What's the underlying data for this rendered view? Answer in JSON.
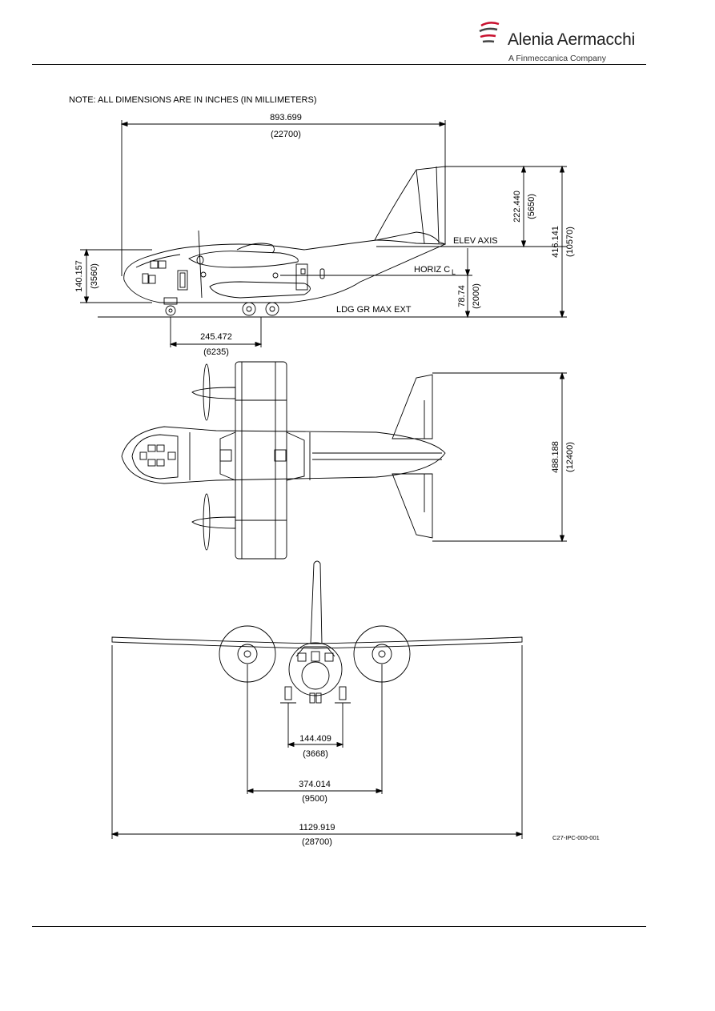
{
  "header": {
    "brand_name": "Alenia Aermacchi",
    "tagline": "A Finmeccanica Company",
    "logo_icon": "propeller-swoosh-logo",
    "logo_color": "#c8102e"
  },
  "note": "NOTE: ALL DIMENSIONS ARE IN INCHES (IN MILLIMETERS)",
  "side_view": {
    "overall_length": "893.699",
    "overall_length_mm": "(22700)",
    "tail_height": "222.440",
    "tail_height_mm": "(5650)",
    "total_height": "416.141",
    "total_height_mm": "(10570)",
    "fuselage_height": "140.157",
    "fuselage_height_mm": "(3560)",
    "ground_clearance": "78.74",
    "ground_clearance_mm": "(2000)",
    "wheelbase": "245.472",
    "wheelbase_mm": "(6235)",
    "label_elev_axis": "ELEV AXIS",
    "label_horiz_cl": "HORIZ C",
    "label_horiz_cl_sub": "L",
    "label_ldg_gr": "LDG GR MAX EXT"
  },
  "top_view": {
    "tailplane_span": "488.188",
    "tailplane_span_mm": "(12400)"
  },
  "front_view": {
    "wheel_track": "144.409",
    "wheel_track_mm": "(3668)",
    "prop_spacing": "374.014",
    "prop_spacing_mm": "(9500)",
    "wing_span": "1129.919",
    "wing_span_mm": "(28700)",
    "figure_id": "C27-IPC-000-001"
  }
}
